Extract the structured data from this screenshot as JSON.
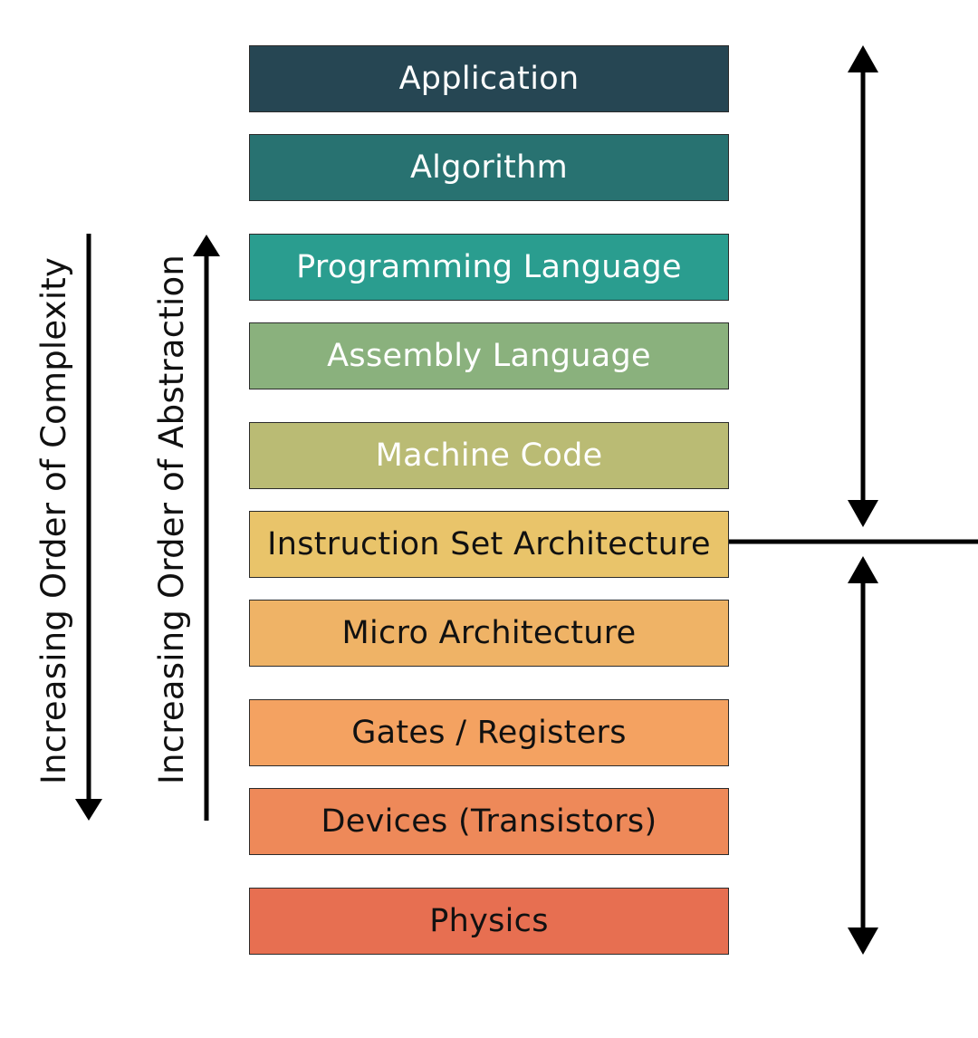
{
  "layers": [
    {
      "label": "Application",
      "color": "#264653",
      "text_color": "#ffffff"
    },
    {
      "label": "Algorithm",
      "color": "#287271",
      "text_color": "#ffffff"
    },
    {
      "label": "Programming Language",
      "color": "#2a9d8f",
      "text_color": "#ffffff"
    },
    {
      "label": "Assembly Language",
      "color": "#8ab17d",
      "text_color": "#ffffff"
    },
    {
      "label": "Machine Code",
      "color": "#babb74",
      "text_color": "#ffffff"
    },
    {
      "label": "Instruction Set Architecture",
      "color": "#e9c46a",
      "text_color": "#111111"
    },
    {
      "label": "Micro Architecture",
      "color": "#efb366",
      "text_color": "#111111"
    },
    {
      "label": "Gates / Registers",
      "color": "#f4a261",
      "text_color": "#111111"
    },
    {
      "label": "Devices (Transistors)",
      "color": "#ee8959",
      "text_color": "#111111"
    },
    {
      "label": "Physics",
      "color": "#e76f51",
      "text_color": "#111111"
    }
  ],
  "axes": {
    "complexity_label": "Increasing Order of Complexity",
    "abstraction_label": "Increasing Order of Abstraction"
  },
  "colors": {
    "arrow": "#000000",
    "border": "#2b2b2b"
  }
}
